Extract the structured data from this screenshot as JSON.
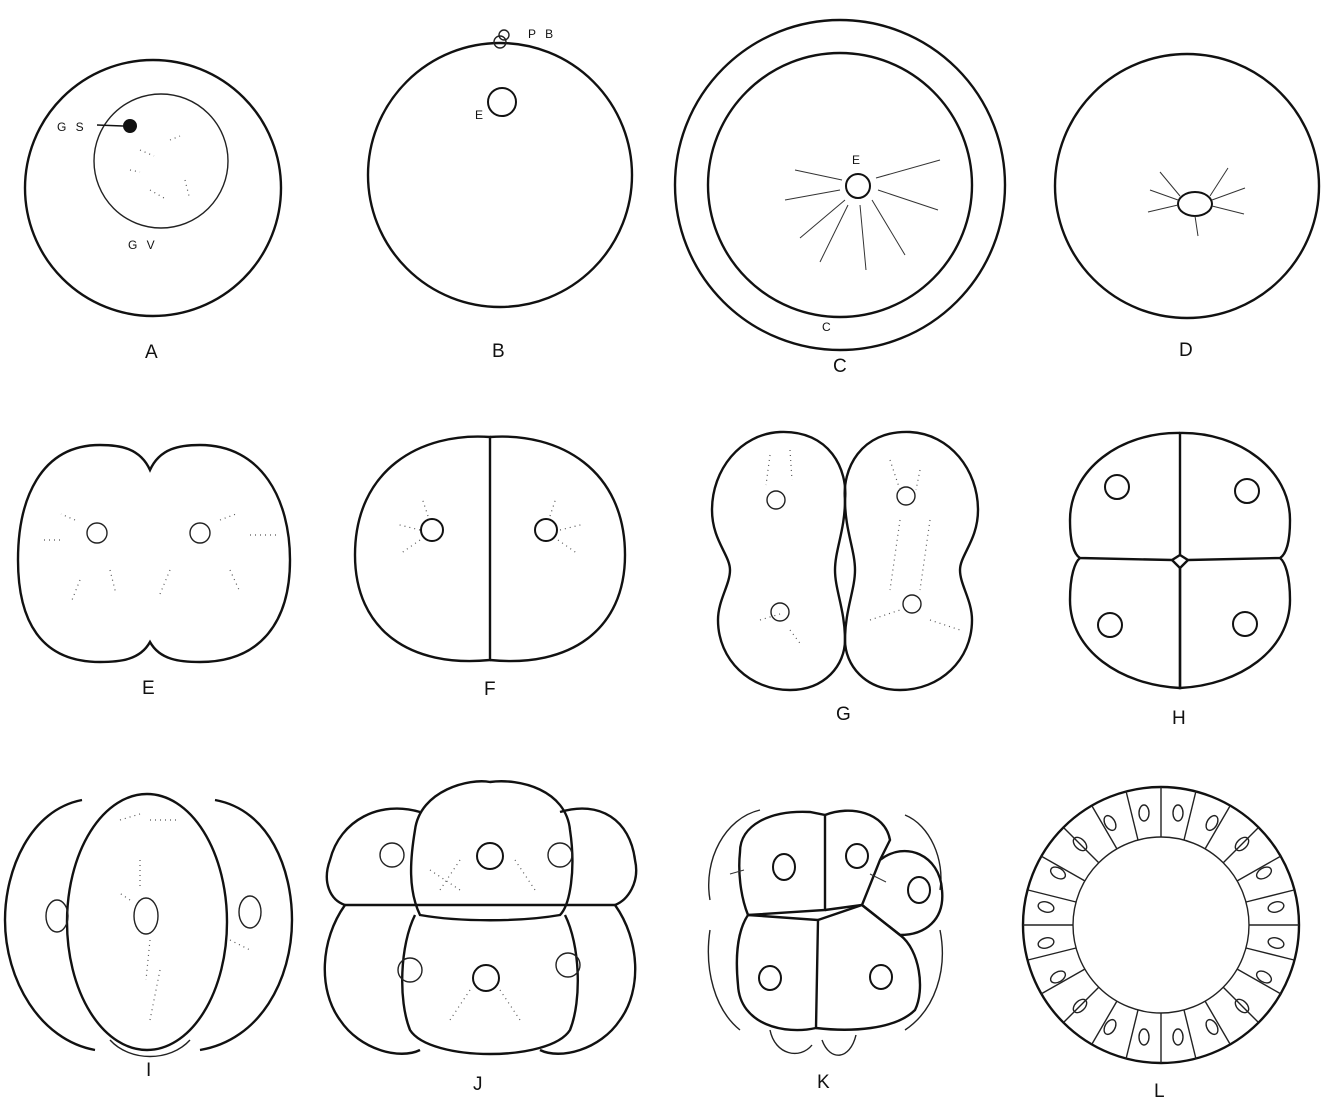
{
  "panels": [
    "A",
    "B",
    "C",
    "D",
    "E",
    "F",
    "G",
    "H",
    "I",
    "J",
    "K",
    "L"
  ],
  "annotations": {
    "germinal_spot": "G S",
    "germinal_vesicle": "G V",
    "polar_bodies": "P B",
    "nucleus_b": "E",
    "nucleus_c": "E",
    "membrane_c": "C"
  }
}
